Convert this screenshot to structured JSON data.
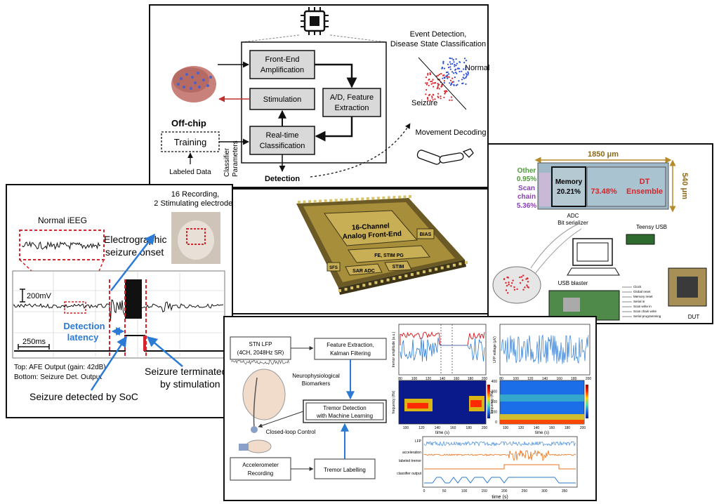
{
  "colors": {
    "stim_arrow": "#c0302b",
    "callout_blue": "#2b7bd6",
    "seizure_red": "#d6252b",
    "normal_blue": "#2b4fd6",
    "box_gray": "#d9d9d9",
    "memory_green": "#4f9a3b",
    "scan_purple": "#8a3fb7",
    "dt_red": "#d6252b",
    "chip_gold": "#b59a3e"
  },
  "top_panel": {
    "event_detection_line1": "Event Detection,",
    "event_detection_line2": "Disease State Classification",
    "normal_label": "Normal",
    "seizure_label": "Seizure",
    "front_end_line1": "Front-End",
    "front_end_line2": "Amplification",
    "stimulation": "Stimulation",
    "ad_line1": "A/D, Feature",
    "ad_line2": "Extraction",
    "rt_line1": "Real-time",
    "rt_line2": "Classification",
    "off_chip": "Off-chip",
    "training": "Training",
    "labeled_data": "Labeled Data",
    "classifier_line1": "Classifier",
    "classifier_line2": "Parameters",
    "detection": "Detection",
    "movement_decoding": "Movement Decoding"
  },
  "left_panel": {
    "recording_line1": "16 Recording,",
    "recording_line2": "2 Stimulating electrodes",
    "normal_ieeg": "Normal iEEG",
    "electro_line1": "Electrographic",
    "electro_line2": "seizure onset",
    "scale_v": "200mV",
    "detection_line1": "Detection",
    "detection_line2": "latency",
    "scale_t": "250ms",
    "top_note": "Top: AFE Output (gain: 42dB)",
    "bottom_note": "Bottom: Seizure Det. Output",
    "terminated_line1": "Seizure terminated",
    "terminated_line2": "by stimulation",
    "detected_by": "Seizure detected by SoC"
  },
  "chip_panel": {
    "afe_line1": "16-Channel",
    "afe_line2": "Analog Front-End",
    "bias": "BIAS",
    "fe_stim": "FE, STIM PG",
    "sfs": "SFS",
    "sar_adc": "SAR ADC",
    "stim": "STIM"
  },
  "right_panel": {
    "width_dim": "1850 μm",
    "height_dim": "540 μm",
    "other_label": "Other",
    "other_pct": "0.95%",
    "scan_line1": "Scan",
    "scan_line2": "chain",
    "scan_pct": "5.36%",
    "memory_label": "Memory",
    "memory_pct": "20.21%",
    "dt_pct": "73.48%",
    "dt_line1": "DT",
    "dt_line2": "Ensemble",
    "adc": "ADC",
    "bit_serializer": "Bit serializer",
    "teensy": "Teensy USB",
    "usb_blaster": "USB blaster",
    "dut": "DUT",
    "signals": [
      "Clock",
      "Global reset",
      "Memory reset",
      "Serial in",
      "Scan write in",
      "Scan chain write",
      "Serial programming"
    ]
  },
  "bottom_panel": {
    "stn_line1": "STN LFP",
    "stn_line2": "(4CH, 2048Hz SR)",
    "feat_line1": "Feature Extraction,",
    "feat_line2": "Kalman Filtering",
    "neuro_line1": "Neurophysiological",
    "neuro_line2": "Biomarkers",
    "tremor_det_line1": "Tremor Detection",
    "tremor_det_line2": "with Machine Learning",
    "closed_loop": "Closed-loop Control",
    "accel_line1": "Accelerometer",
    "accel_line2": "Recording",
    "tremor_label": "Tremor Labelling",
    "plot1_ylabel": "tremor amplitude (a.u.)",
    "plot2_ylabel": "LFP voltage (μV)",
    "plot3_ylabel": "frequency (Hz)",
    "plot4_ylabel": "frequency (Hz)",
    "time_s": "time (s)",
    "x_ticks_small": [
      "80",
      "100",
      "120",
      "140",
      "160",
      "180",
      "200"
    ],
    "x_ticks_small2": [
      "100",
      "120",
      "140",
      "160",
      "180",
      "200"
    ],
    "y_ticks_spec": [
      "0",
      "100",
      "200",
      "300",
      "400"
    ],
    "row_labels": [
      "LFP",
      "acceleration",
      "labeled tremor",
      "classifier output"
    ],
    "bottom_x_ticks": [
      "0",
      "50",
      "100",
      "150",
      "200",
      "250",
      "300",
      "350"
    ],
    "bottom_xlabel": "time (s)"
  }
}
